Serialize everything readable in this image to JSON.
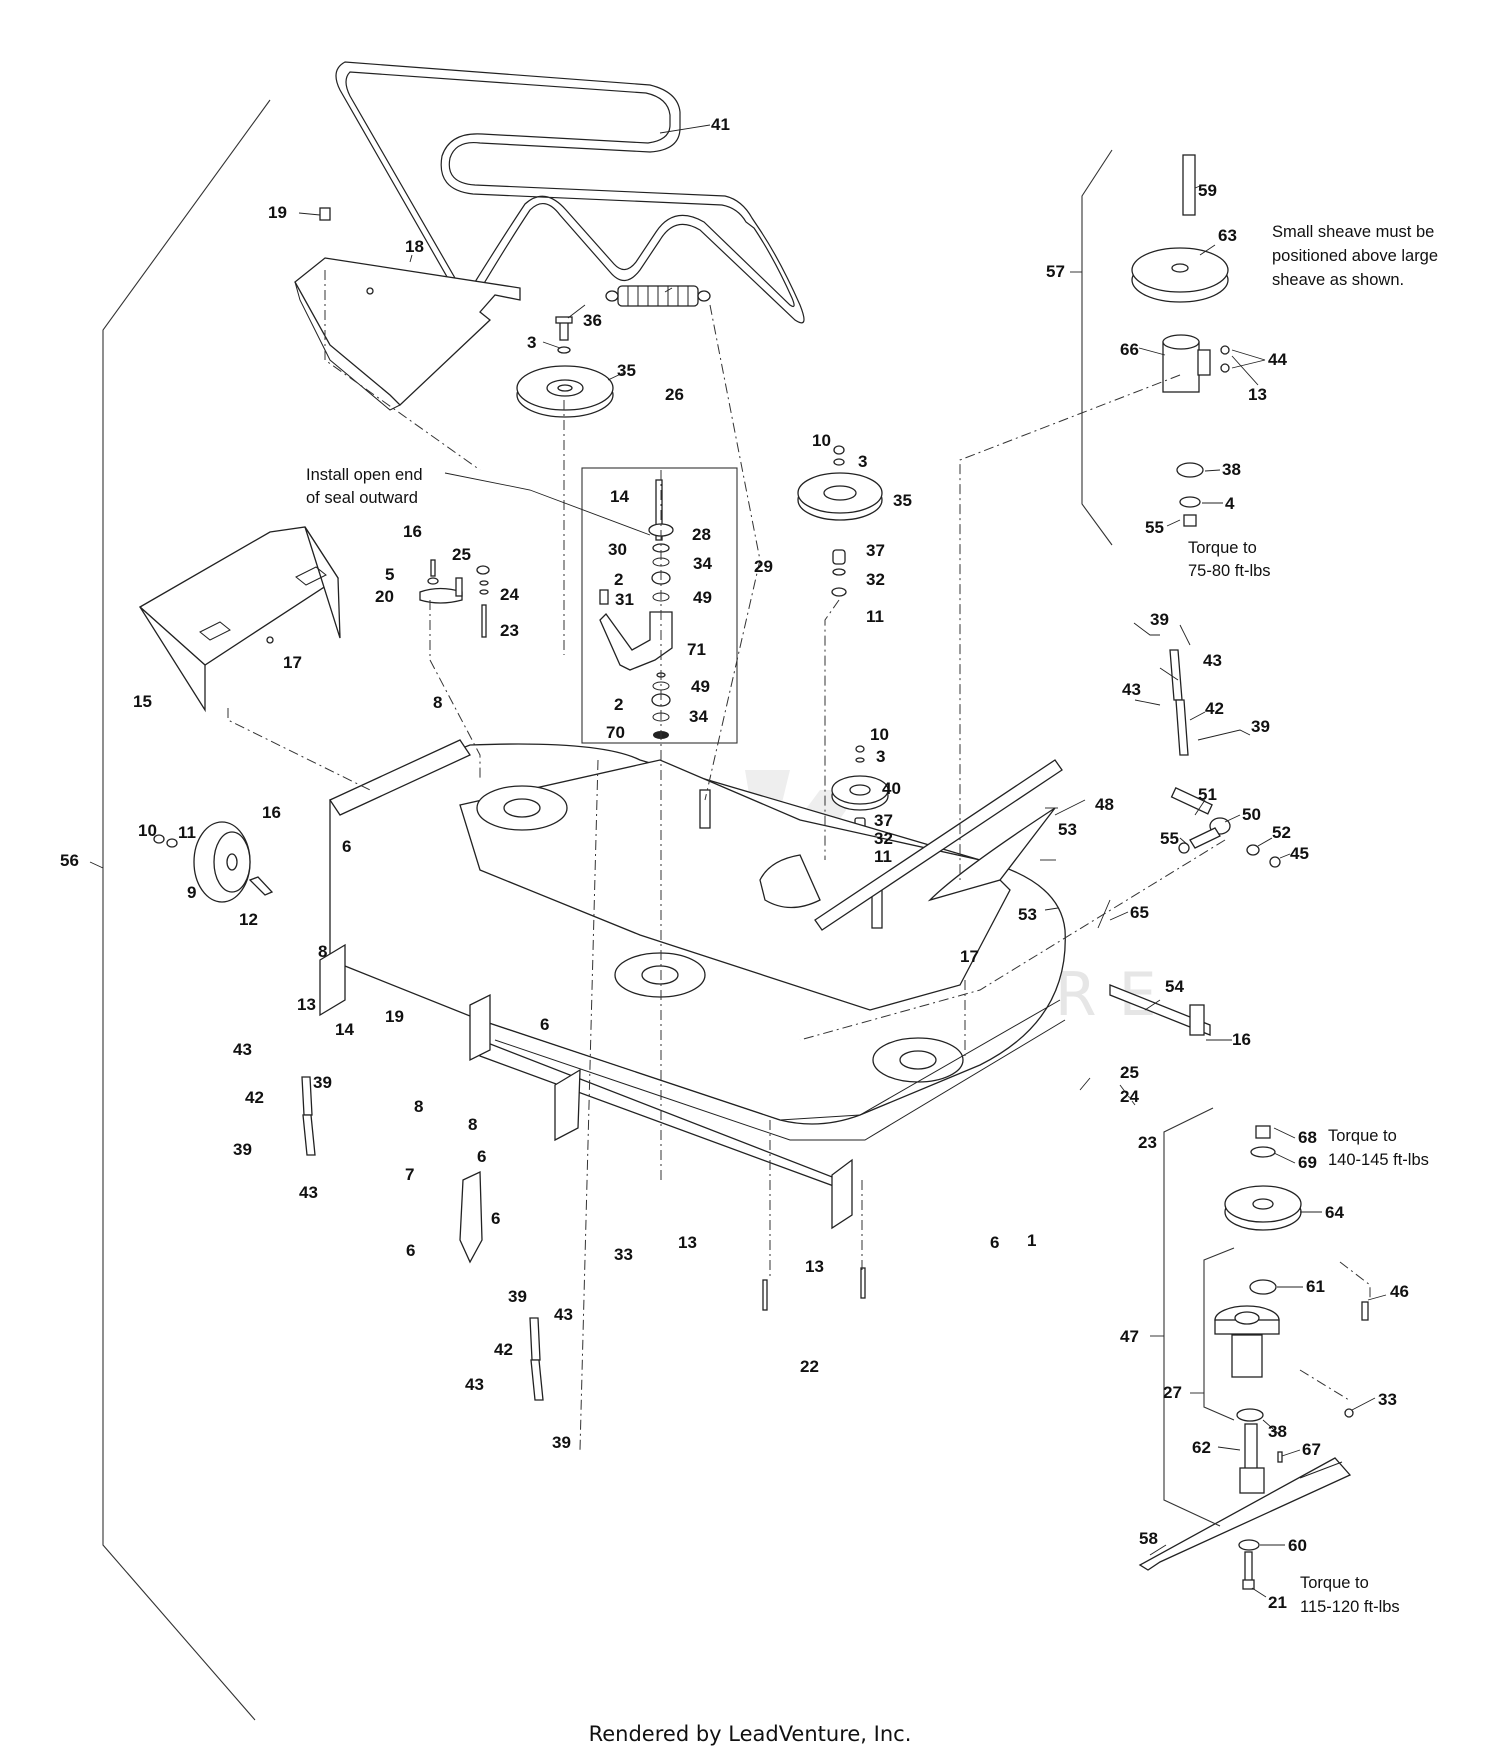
{
  "diagram": {
    "title": "Mower Deck Assembly Parts Diagram",
    "watermark": "LEADVENTURE",
    "footer": "Rendered by LeadVenture, Inc.",
    "notes": {
      "seal": [
        "Install open end",
        "of seal outward"
      ],
      "sheave": [
        "Small sheave must be",
        "positioned above large",
        "sheave as shown."
      ],
      "torque_75_80": [
        "Torque to",
        "75-80 ft-lbs"
      ],
      "torque_140_145": [
        "Torque to",
        "140-145 ft-lbs"
      ],
      "torque_115_120": [
        "Torque to",
        "115-120 ft-lbs"
      ]
    },
    "callouts": {
      "c1": "1",
      "c2a": "2",
      "c2b": "2",
      "c3a": "3",
      "c3b": "3",
      "c3c": "3",
      "c4": "4",
      "c5": "5",
      "c6a": "6",
      "c6b": "6",
      "c6c": "6",
      "c6d": "6",
      "c6e": "6",
      "c6f": "6",
      "c7": "7",
      "c8a": "8",
      "c8b": "8",
      "c8c": "8",
      "c8d": "8",
      "c9": "9",
      "c10a": "10",
      "c10b": "10",
      "c10c": "10",
      "c11a": "11",
      "c11b": "11",
      "c11c": "11",
      "c12": "12",
      "c13a": "13",
      "c13b": "13",
      "c13c": "13",
      "c13d": "13",
      "c14a": "14",
      "c14b": "14",
      "c15": "15",
      "c16a": "16",
      "c16b": "16",
      "c16c": "16",
      "c17a": "17",
      "c17b": "17",
      "c18": "18",
      "c19a": "19",
      "c19b": "19",
      "c20": "20",
      "c21": "21",
      "c22": "22",
      "c23a": "23",
      "c23b": "23",
      "c24a": "24",
      "c24b": "24",
      "c25a": "25",
      "c25b": "25",
      "c26": "26",
      "c27": "27",
      "c28": "28",
      "c29": "29",
      "c30": "30",
      "c31": "31",
      "c32a": "32",
      "c32b": "32",
      "c33a": "33",
      "c33b": "33",
      "c34a": "34",
      "c34b": "34",
      "c35a": "35",
      "c35b": "35",
      "c36": "36",
      "c37a": "37",
      "c37b": "37",
      "c38a": "38",
      "c38b": "38",
      "c39a": "39",
      "c39b": "39",
      "c39c": "39",
      "c39d": "39",
      "c39e": "39",
      "c39f": "39",
      "c40": "40",
      "c41": "41",
      "c42a": "42",
      "c42b": "42",
      "c42c": "42",
      "c43a": "43",
      "c43b": "43",
      "c43c": "43",
      "c43d": "43",
      "c43e": "43",
      "c43f": "43",
      "c44": "44",
      "c45": "45",
      "c46": "46",
      "c47": "47",
      "c48": "48",
      "c49a": "49",
      "c49b": "49",
      "c50": "50",
      "c51": "51",
      "c52": "52",
      "c53a": "53",
      "c53b": "53",
      "c54": "54",
      "c55a": "55",
      "c55b": "55",
      "c56": "56",
      "c57": "57",
      "c58": "58",
      "c59": "59",
      "c60": "60",
      "c61": "61",
      "c62": "62",
      "c63": "63",
      "c64": "64",
      "c65": "65",
      "c66": "66",
      "c67": "67",
      "c68": "68",
      "c69": "69",
      "c70": "70",
      "c71": "71"
    }
  }
}
